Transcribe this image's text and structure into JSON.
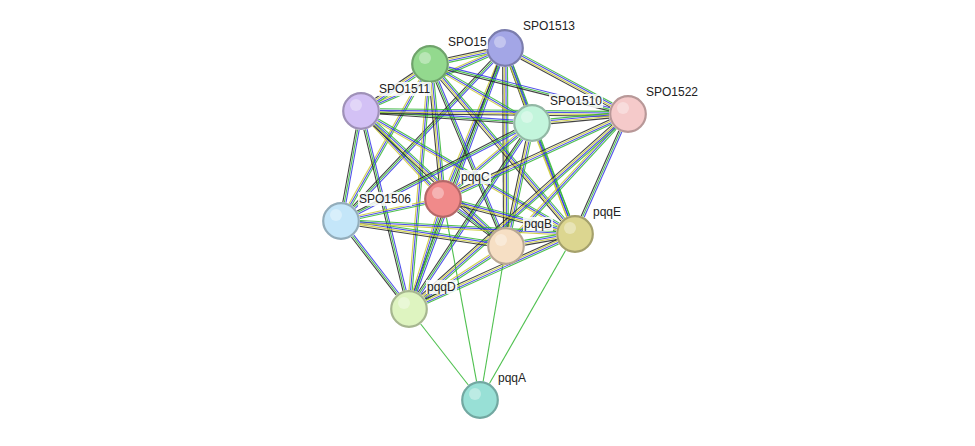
{
  "diagram": {
    "nodes": [
      {
        "text": [
          "SPO1513"
        ]
      },
      {
        "text": [
          "SPO15"
        ]
      },
      {
        "text": [
          "SPO1511"
        ]
      },
      {
        "text": [
          "SPO1510"
        ]
      },
      {
        "text": [
          "SPO1522"
        ]
      },
      {
        "text": [
          "pqqC"
        ]
      },
      {
        "text": [
          "SPO1506"
        ]
      },
      {
        "text": [
          "pqqB"
        ]
      },
      {
        "text": [
          "pqqE"
        ]
      },
      {
        "text": [
          "pqqD"
        ]
      },
      {
        "text": [
          "pqqA"
        ]
      }
    ],
    "edges": [
      {
        "from": 0,
        "to": 1,
        "arrow": "none"
      },
      {
        "from": 0,
        "to": 2,
        "arrow": "none"
      },
      {
        "from": 0,
        "to": 3,
        "arrow": "none"
      },
      {
        "from": 0,
        "to": 4,
        "arrow": "none"
      },
      {
        "from": 0,
        "to": 5,
        "arrow": "none"
      },
      {
        "from": 0,
        "to": 6,
        "arrow": "none"
      },
      {
        "from": 0,
        "to": 7,
        "arrow": "none"
      },
      {
        "from": 0,
        "to": 8,
        "arrow": "none"
      },
      {
        "from": 0,
        "to": 9,
        "arrow": "none"
      },
      {
        "from": 1,
        "to": 2,
        "arrow": "none"
      },
      {
        "from": 1,
        "to": 3,
        "arrow": "none"
      },
      {
        "from": 1,
        "to": 4,
        "arrow": "none"
      },
      {
        "from": 1,
        "to": 5,
        "arrow": "none"
      },
      {
        "from": 1,
        "to": 6,
        "arrow": "none"
      },
      {
        "from": 1,
        "to": 7,
        "arrow": "none"
      },
      {
        "from": 1,
        "to": 8,
        "arrow": "none"
      },
      {
        "from": 1,
        "to": 9,
        "arrow": "none"
      },
      {
        "from": 2,
        "to": 3,
        "arrow": "none"
      },
      {
        "from": 2,
        "to": 4,
        "arrow": "none"
      },
      {
        "from": 2,
        "to": 5,
        "arrow": "none"
      },
      {
        "from": 2,
        "to": 6,
        "arrow": "none"
      },
      {
        "from": 2,
        "to": 7,
        "arrow": "none"
      },
      {
        "from": 2,
        "to": 8,
        "arrow": "none"
      },
      {
        "from": 2,
        "to": 9,
        "arrow": "none"
      },
      {
        "from": 3,
        "to": 4,
        "arrow": "none"
      },
      {
        "from": 3,
        "to": 5,
        "arrow": "none"
      },
      {
        "from": 3,
        "to": 6,
        "arrow": "none"
      },
      {
        "from": 3,
        "to": 7,
        "arrow": "none"
      },
      {
        "from": 3,
        "to": 8,
        "arrow": "none"
      },
      {
        "from": 3,
        "to": 9,
        "arrow": "none"
      },
      {
        "from": 4,
        "to": 5,
        "arrow": "none"
      },
      {
        "from": 4,
        "to": 7,
        "arrow": "none"
      },
      {
        "from": 4,
        "to": 8,
        "arrow": "none"
      },
      {
        "from": 4,
        "to": 9,
        "arrow": "none"
      },
      {
        "from": 5,
        "to": 6,
        "arrow": "none"
      },
      {
        "from": 5,
        "to": 7,
        "arrow": "none"
      },
      {
        "from": 5,
        "to": 8,
        "arrow": "none"
      },
      {
        "from": 5,
        "to": 9,
        "arrow": "none"
      },
      {
        "from": 5,
        "to": 10,
        "arrow": "none"
      },
      {
        "from": 6,
        "to": 7,
        "arrow": "none"
      },
      {
        "from": 6,
        "to": 8,
        "arrow": "none"
      },
      {
        "from": 6,
        "to": 9,
        "arrow": "none"
      },
      {
        "from": 7,
        "to": 8,
        "arrow": "none"
      },
      {
        "from": 7,
        "to": 9,
        "arrow": "none"
      },
      {
        "from": 7,
        "to": 10,
        "arrow": "none"
      },
      {
        "from": 8,
        "to": 9,
        "arrow": "none"
      },
      {
        "from": 8,
        "to": 10,
        "arrow": "none"
      },
      {
        "from": 9,
        "to": 10,
        "arrow": "none"
      }
    ]
  }
}
